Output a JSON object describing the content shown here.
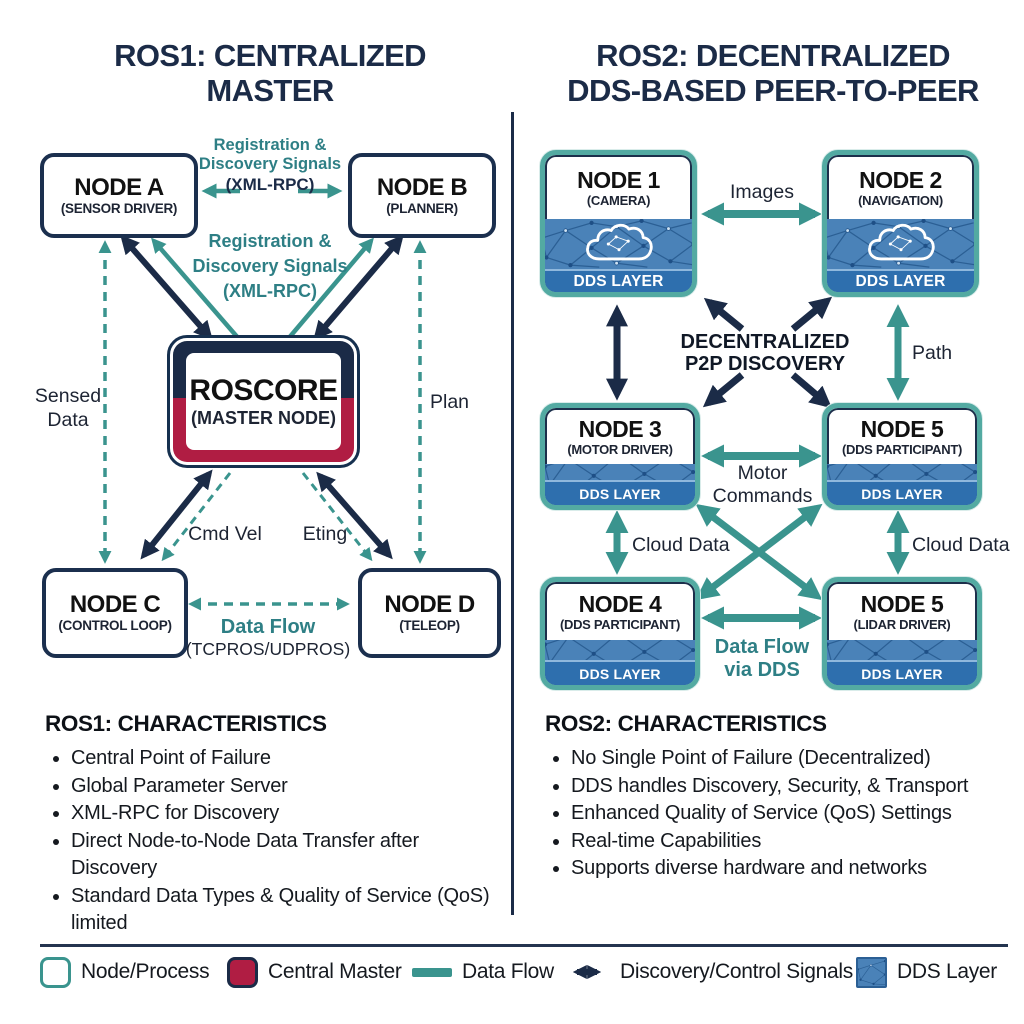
{
  "left": {
    "title": "ROS1: CENTRALIZED\nMASTER",
    "nodes": {
      "a": {
        "name": "NODE A",
        "role": "(SENSOR DRIVER)"
      },
      "b": {
        "name": "NODE B",
        "role": "(PLANNER)"
      },
      "roscore": {
        "name": "ROSCORE",
        "role": "(MASTER NODE)"
      },
      "c": {
        "name": "NODE C",
        "role": "(CONTROL LOOP)"
      },
      "d": {
        "name": "NODE D",
        "role": "(TELEOP)"
      }
    },
    "labels": {
      "registration_top": "Registration &\nDiscovery Signals",
      "registration_top_protocol": "(XML-RPC)",
      "registration_mid": "Registration &\nDiscovery Signals\n(XML-RPC)",
      "sensed_data": "Sensed\nData",
      "plan": "Plan",
      "cmd_vel": "Cmd Vel",
      "eting": "Eting",
      "data_flow": "Data Flow",
      "data_flow_protocol": "(TCPROS/UDPROS)"
    },
    "characteristics": {
      "heading": "ROS1: CHARACTERISTICS",
      "items": [
        "Central Point of Failure",
        "Global Parameter Server",
        "XML-RPC for Discovery",
        "Direct Node-to-Node Data Transfer after Discovery",
        "Standard Data Types & Quality of Service (QoS) limited"
      ]
    }
  },
  "right": {
    "title": "ROS2: DECENTRALIZED\nDDS-BASED PEER-TO-PEER",
    "dds_layer_label": "DDS LAYER",
    "nodes": {
      "n1": {
        "name": "NODE 1",
        "role": "(CAMERA)"
      },
      "n2": {
        "name": "NODE 2",
        "role": "(NAVIGATION)"
      },
      "n3": {
        "name": "NODE 3",
        "role": "(MOTOR DRIVER)"
      },
      "n5a": {
        "name": "NODE 5",
        "role": "(DDS PARTICIPANT)"
      },
      "n4": {
        "name": "NODE 4",
        "role": "(DDS PARTICIPANT)"
      },
      "n5b": {
        "name": "NODE 5",
        "role": "(LIDAR DRIVER)"
      }
    },
    "labels": {
      "images": "Images",
      "p2p_discovery": "DECENTRALIZED\nP2P DISCOVERY",
      "path": "Path",
      "motor_commands": "Motor\nCommands",
      "cloud_data_left": "Cloud Data",
      "cloud_data_right": "Cloud Data",
      "data_flow_dds": "Data Flow\nvia DDS"
    },
    "characteristics": {
      "heading": "ROS2: CHARACTERISTICS",
      "items": [
        "No Single Point of Failure (Decentralized)",
        "DDS handles Discovery, Security, & Transport",
        "Enhanced Quality of Service (QoS) Settings",
        "Real-time Capabilities",
        "Supports diverse hardware and networks"
      ]
    }
  },
  "legend": {
    "items": [
      {
        "icon": "node-process-swatch",
        "label": "Node/Process"
      },
      {
        "icon": "central-master-swatch",
        "label": "Central Master"
      },
      {
        "icon": "data-flow-line",
        "label": "Data Flow"
      },
      {
        "icon": "discovery-control-arrow",
        "label": "Discovery/Control Signals"
      },
      {
        "icon": "dds-layer-swatch",
        "label": "DDS Layer"
      }
    ]
  },
  "colors": {
    "navy": "#1b2b47",
    "teal": "#3a948e",
    "teal_text": "#2e7f85",
    "crimson": "#b01d43",
    "dds_pattern_blue": "#4a82b8",
    "dds_bar_blue": "#2e6fae"
  }
}
